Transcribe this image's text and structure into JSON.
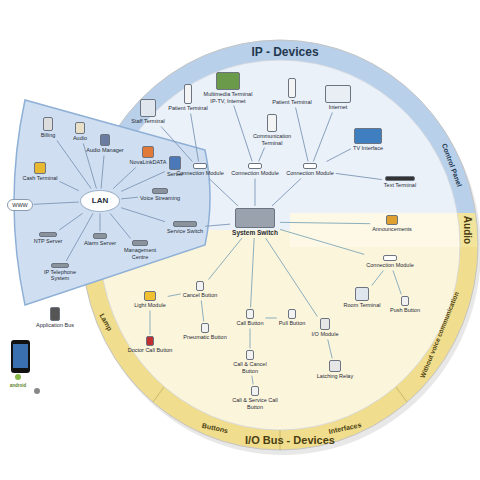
{
  "diagram": {
    "nodes": [
      {
        "text": [
          "System Switch"
        ]
      },
      {
        "text": [
          "Connection Module"
        ]
      },
      {
        "text": [
          "Connection Module"
        ]
      },
      {
        "text": [
          "Connection Module"
        ]
      },
      {
        "text": [
          "Staff Terminal"
        ]
      },
      {
        "text": [
          "Patient Terminal"
        ]
      },
      {
        "text": [
          "Multimedia Terminal IP-TV, Internet"
        ]
      },
      {
        "text": [
          "Communication Terminal"
        ]
      },
      {
        "text": [
          "Patient Terminal"
        ]
      },
      {
        "text": [
          "Internet"
        ]
      },
      {
        "text": [
          "TV Interface"
        ]
      },
      {
        "text": [
          "Text Terminal"
        ]
      },
      {
        "text": [
          "Service Switch"
        ]
      },
      {
        "text": [
          "LAN"
        ]
      },
      {
        "text": [
          "Billing"
        ]
      },
      {
        "text": [
          "Audio"
        ]
      },
      {
        "text": [
          "Audio Manager"
        ]
      },
      {
        "text": [
          "NovaLinkDATA"
        ]
      },
      {
        "text": [
          "Server"
        ]
      },
      {
        "text": [
          "Cash Terminal"
        ]
      },
      {
        "text": [
          "WWW"
        ]
      },
      {
        "text": [
          "Voice Streaming"
        ]
      },
      {
        "text": [
          "NTP Server"
        ]
      },
      {
        "text": [
          "Alarm Server"
        ]
      },
      {
        "text": [
          "Management Centre"
        ]
      },
      {
        "text": [
          "IP Telephone System"
        ]
      },
      {
        "text": [
          "Application Bus"
        ]
      },
      {
        "text": [
          "Announcements"
        ]
      },
      {
        "text": [
          "Light Module"
        ]
      },
      {
        "text": [
          "Doctor Call Button"
        ]
      },
      {
        "text": [
          "Cancel Button"
        ]
      },
      {
        "text": [
          "Pneumatic Button"
        ]
      },
      {
        "text": [
          "Call Button"
        ]
      },
      {
        "text": [
          "Pull Button"
        ]
      },
      {
        "text": [
          "Call & Cancel Button"
        ]
      },
      {
        "text": [
          "Call & Service Call Button"
        ]
      },
      {
        "text": [
          "I/O Module"
        ]
      },
      {
        "text": [
          "Latching Relay"
        ]
      },
      {
        "text": [
          "Connection Module"
        ]
      },
      {
        "text": [
          "Room Terminal"
        ]
      },
      {
        "text": [
          "Push Button"
        ]
      }
    ],
    "edges": [
      {
        "from": 0,
        "to": 1,
        "arrow": "none"
      },
      {
        "from": 0,
        "to": 2,
        "arrow": "none"
      },
      {
        "from": 0,
        "to": 3,
        "arrow": "none"
      },
      {
        "from": 1,
        "to": 4,
        "arrow": "none"
      },
      {
        "from": 1,
        "to": 5,
        "arrow": "none"
      },
      {
        "from": 2,
        "to": 6,
        "arrow": "none"
      },
      {
        "from": 2,
        "to": 7,
        "arrow": "none"
      },
      {
        "from": 3,
        "to": 8,
        "arrow": "none"
      },
      {
        "from": 3,
        "to": 9,
        "arrow": "none"
      },
      {
        "from": 3,
        "to": 10,
        "arrow": "none"
      },
      {
        "from": 3,
        "to": 11,
        "arrow": "none"
      },
      {
        "from": 0,
        "to": 12,
        "arrow": "none"
      },
      {
        "from": 12,
        "to": 13,
        "arrow": "none"
      },
      {
        "from": 13,
        "to": 14,
        "arrow": "none"
      },
      {
        "from": 13,
        "to": 15,
        "arrow": "none"
      },
      {
        "from": 13,
        "to": 16,
        "arrow": "none"
      },
      {
        "from": 13,
        "to": 17,
        "arrow": "none"
      },
      {
        "from": 13,
        "to": 18,
        "arrow": "none"
      },
      {
        "from": 13,
        "to": 19,
        "arrow": "none"
      },
      {
        "from": 13,
        "to": 20,
        "arrow": "none"
      },
      {
        "from": 13,
        "to": 21,
        "arrow": "none"
      },
      {
        "from": 13,
        "to": 22,
        "arrow": "none"
      },
      {
        "from": 13,
        "to": 23,
        "arrow": "none"
      },
      {
        "from": 13,
        "to": 24,
        "arrow": "none"
      },
      {
        "from": 13,
        "to": 25,
        "arrow": "none"
      },
      {
        "from": 0,
        "to": 27,
        "arrow": "none"
      },
      {
        "from": 0,
        "to": 30,
        "arrow": "none"
      },
      {
        "from": 30,
        "to": 28,
        "arrow": "none"
      },
      {
        "from": 28,
        "to": 29,
        "arrow": "none"
      },
      {
        "from": 30,
        "to": 31,
        "arrow": "none"
      },
      {
        "from": 0,
        "to": 32,
        "arrow": "none"
      },
      {
        "from": 32,
        "to": 33,
        "arrow": "none"
      },
      {
        "from": 32,
        "to": 34,
        "arrow": "none"
      },
      {
        "from": 34,
        "to": 35,
        "arrow": "none"
      },
      {
        "from": 0,
        "to": 36,
        "arrow": "none"
      },
      {
        "from": 36,
        "to": 37,
        "arrow": "none"
      },
      {
        "from": 0,
        "to": 38,
        "arrow": "none"
      },
      {
        "from": 38,
        "to": 39,
        "arrow": "none"
      },
      {
        "from": 38,
        "to": 40,
        "arrow": "none"
      }
    ],
    "labels": [
      "IP - Devices",
      "Control Panel",
      "Audio",
      "Without voice communication",
      "I/O Bus - Devices",
      "Lamp",
      "Buttons",
      "Interfaces",
      "android"
    ]
  }
}
